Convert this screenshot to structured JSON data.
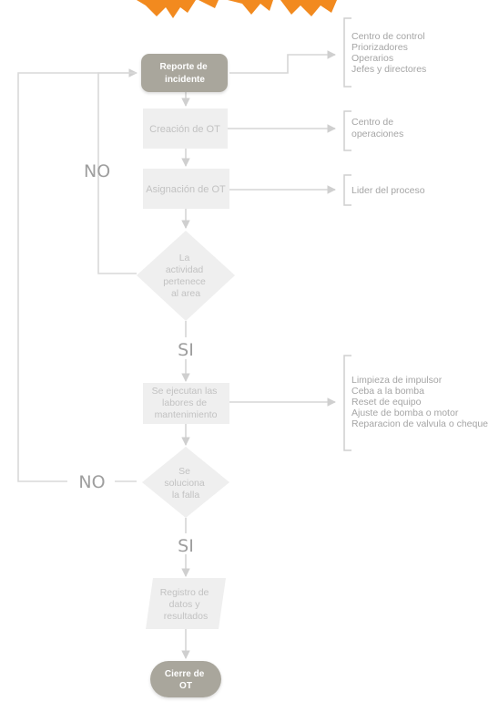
{
  "header_logo": {
    "color": "#f28a1f",
    "icon": "flame-logo"
  },
  "nodes": {
    "reporte": [
      "Reporte de",
      "incidente"
    ],
    "creacion": [
      "Creación de OT"
    ],
    "asignacion": [
      "Asignación de OT"
    ],
    "decision_area": [
      "La",
      "actividad",
      "pertenece",
      "al area"
    ],
    "labores": [
      "Se ejecutan las",
      "labores de",
      "mantenimiento"
    ],
    "decision_falla": [
      "Se",
      "soluciona",
      "la falla"
    ],
    "registro": [
      "Registro de",
      "datos y",
      "resultados"
    ],
    "cierre": [
      "Cierre de",
      "OT"
    ]
  },
  "notes": {
    "reporte": [
      "Centro de control",
      "Priorizadores",
      "Operarios",
      "Jefes y directores"
    ],
    "creacion": [
      "Centro de",
      "operaciones"
    ],
    "asignacion": [
      "Lider del proceso"
    ],
    "labores": [
      "Limpieza de impulsor",
      "Ceba a la bomba",
      "Reset de equipo",
      "Ajuste de bomba o motor",
      "Reparacion de valvula o cheque"
    ]
  },
  "labels": {
    "no_top": "NO",
    "si_1": "SI",
    "no_bottom": "NO",
    "si_2": "SI"
  },
  "colors": {
    "dark_node": "#a9a69c",
    "light_node": "#efefef",
    "text_light": "#c2c2c2",
    "logo": "#f28a1f"
  }
}
